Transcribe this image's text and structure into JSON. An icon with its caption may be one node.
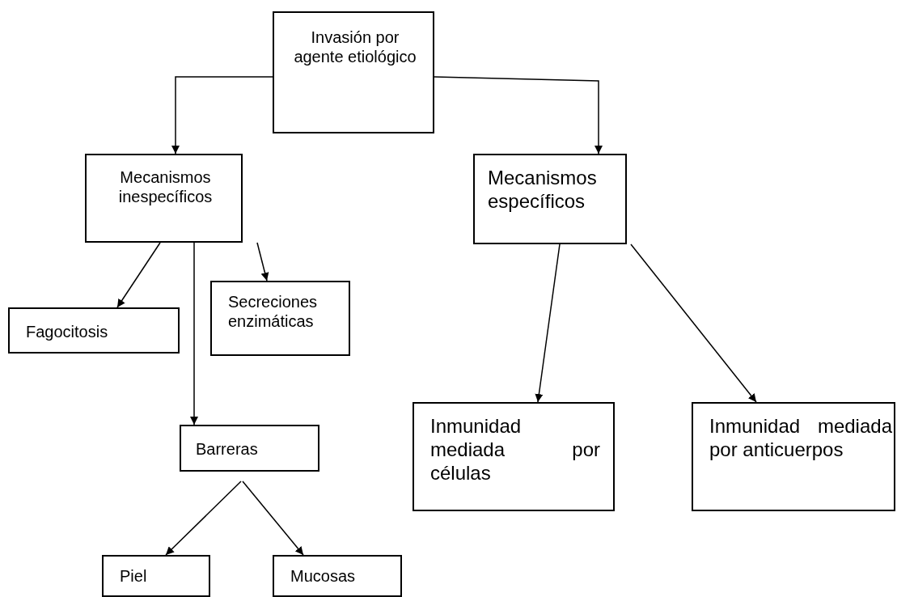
{
  "diagram": {
    "nodes": [
      {
        "text": [
          "Invasión por agente etiológico"
        ]
      },
      {
        "text": [
          "Mecanismos inespecíficos"
        ]
      },
      {
        "text": [
          "Mecanismos específicos"
        ]
      },
      {
        "text": [
          "Fagocitosis"
        ]
      },
      {
        "text": [
          "Secreciones enzimáticas"
        ]
      },
      {
        "text": [
          "Barreras"
        ]
      },
      {
        "text": [
          "Piel"
        ]
      },
      {
        "text": [
          "Mucosas"
        ]
      },
      {
        "text": [
          "Inmunidad mediada por células"
        ]
      },
      {
        "text": [
          "Inmunidad mediada por anticuerpos"
        ]
      }
    ],
    "edges": [
      {
        "from": 0,
        "to": 1,
        "arrow": "to"
      },
      {
        "from": 0,
        "to": 2,
        "arrow": "to"
      },
      {
        "from": 1,
        "to": 3,
        "arrow": "to"
      },
      {
        "from": 1,
        "to": 5,
        "arrow": "to"
      },
      {
        "from": 1,
        "to": 4,
        "arrow": "to"
      },
      {
        "from": 2,
        "to": 8,
        "arrow": "to"
      },
      {
        "from": 2,
        "to": 9,
        "arrow": "to"
      },
      {
        "from": 5,
        "to": 6,
        "arrow": "to"
      },
      {
        "from": 5,
        "to": 7,
        "arrow": "to"
      }
    ]
  }
}
